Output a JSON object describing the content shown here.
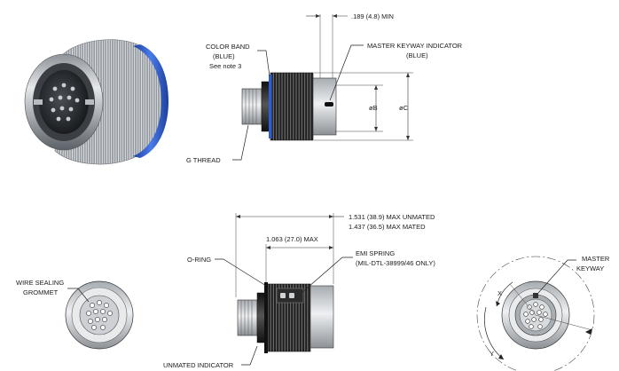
{
  "labels": {
    "min_width": ".189 (4.8) MIN",
    "color_band_1": "COLOR BAND",
    "color_band_2": "(BLUE)",
    "color_band_3": "See note 3",
    "master_keyway_indicator_1": "MASTER KEYWAY INDICATOR",
    "master_keyway_indicator_2": "(BLUE)",
    "dia_b": "øB",
    "dia_c": "øC",
    "g_thread": "G THREAD",
    "max_unmated": "1.531 (38.9) MAX UNMATED",
    "max_mated": "1.437 (36.5) MAX MATED",
    "max_length": "1.063 (27.0) MAX",
    "o_ring": "O-RING",
    "emi_spring_1": "EMI SPRING",
    "emi_spring_2": "(MIL-DTL-38999/46 ONLY)",
    "wire_sealing_1": "WIRE SEALING",
    "wire_sealing_2": "GROMMET",
    "master_keyway_1": "MASTER",
    "master_keyway_2": "KEYWAY",
    "x_axis": "X",
    "y_axis": "Y",
    "unmated_indicator": "UNMATED INDICATOR"
  },
  "colors": {
    "color_band": "#2f5fd0",
    "metal_dark": "#2a2a2a",
    "metal_light": "#bfc4c9",
    "line": "#222222"
  }
}
